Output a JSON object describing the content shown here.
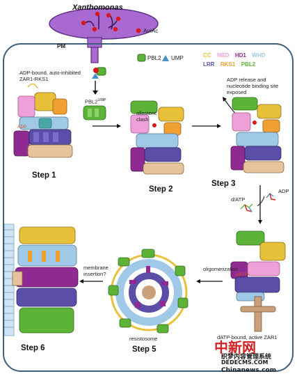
{
  "bacterium": {
    "name": "Xanthomonas"
  },
  "effector": {
    "label": "AvrAc",
    "color": "#d7191c"
  },
  "membrane": {
    "label": "PM",
    "color": "#3d5f7c"
  },
  "legend": {
    "pbl2": {
      "label": "PBL2",
      "color": "#5cb338"
    },
    "ump": {
      "label": "UMP",
      "color": "#4a90c8"
    },
    "domains": [
      {
        "label": "CC",
        "color": "#e8c13a"
      },
      {
        "label": "NBD",
        "color": "#f0a0d8"
      },
      {
        "label": "HD1",
        "color": "#8e2a91"
      },
      {
        "label": "WHD",
        "color": "#9fc9e6"
      },
      {
        "label": "LRR",
        "color": "#5a4ea8"
      },
      {
        "label": "RKS1",
        "color": "#f0a030"
      },
      {
        "label": "PBL2",
        "color": "#5cb338"
      }
    ]
  },
  "annotations": {
    "initial_state": "ADP-bound, auto-inhibited ZAR1-RKS1",
    "pbl2_ump": "PBL2",
    "pbl2_ump_sup": "UMP",
    "allosteric_clash": "allosteric clash",
    "adp_release": "ADP release and nucleotide binding site exposed",
    "datp": "d/ATP",
    "adp": "ADP",
    "active_state": "dATP-bound, active ZAR1",
    "oligomerization": "oligomerization",
    "resistosome": "resistosome",
    "membrane_insertion": "membrane insertion?",
    "adp_inline": "ADP",
    "datp_inline": "dATP"
  },
  "steps": {
    "step1": "Step 1",
    "step2": "Step 2",
    "step3": "Step 3",
    "step5": "Step 5",
    "step6": "Step 6"
  },
  "watermark": {
    "brand": "中新网",
    "sub": "织梦内容管理系统",
    "site": "DEDECMS.COM",
    "url": "Chinanews.com"
  }
}
